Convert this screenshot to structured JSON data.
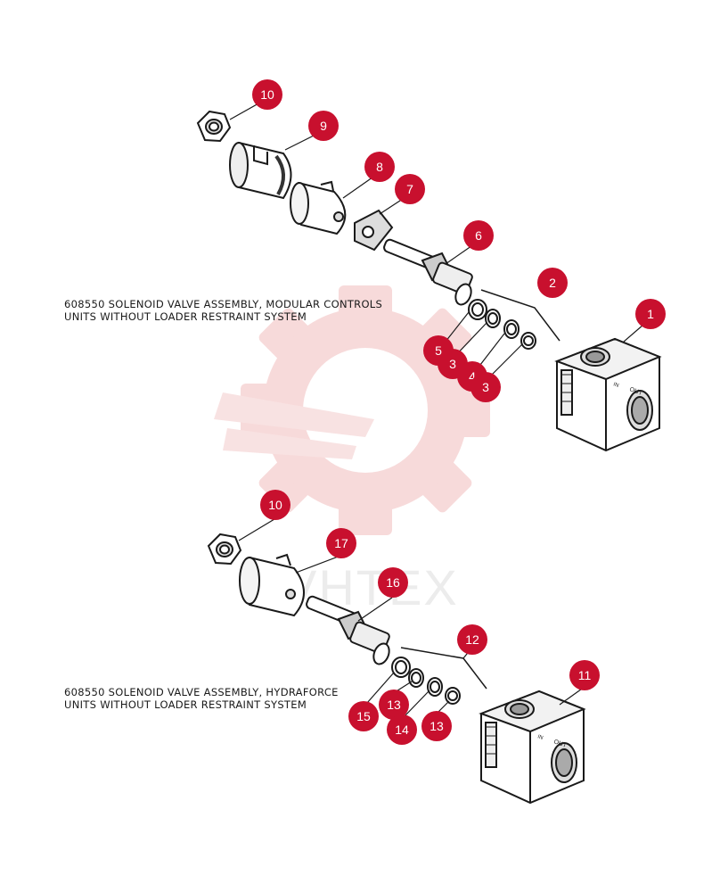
{
  "diagram": {
    "assembly_top": {
      "caption_line1": "608550 SOLENOID VALVE ASSEMBLY, MODULAR CONTROLS",
      "caption_line2": "UNITS WITHOUT  LOADER RESTRAINT SYSTEM",
      "callouts": [
        "10",
        "9",
        "8",
        "7",
        "6",
        "2",
        "1",
        "5",
        "3",
        "4",
        "3"
      ],
      "port_label": "OUT",
      "port_label_small": "IN"
    },
    "assembly_bottom": {
      "caption_line1": "608550 SOLENOID VALVE ASSEMBLY, HYDRAFORCE",
      "caption_line2": "UNITS WITHOUT LOADER RESTRAINT SYSTEM",
      "callouts": [
        "10",
        "17",
        "16",
        "12",
        "11",
        "15",
        "13",
        "14",
        "13"
      ],
      "port_label": "OUT",
      "port_label_small": "IN"
    },
    "watermark": "VHTEX",
    "colors": {
      "callout": "#c8102e",
      "callout_text": "#ffffff",
      "line": "#1a1a1a",
      "watermark": "#f2c4c4"
    }
  }
}
